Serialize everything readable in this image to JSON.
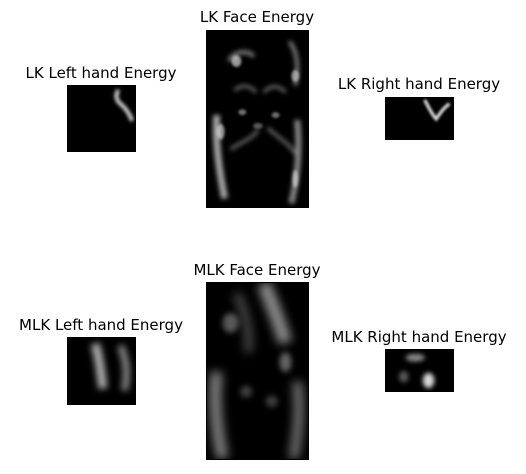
{
  "panels": {
    "lk_left_hand": {
      "title": "LK Left hand Energy"
    },
    "lk_face": {
      "title": "LK Face Energy"
    },
    "lk_right_hand": {
      "title": "LK Right hand Energy"
    },
    "mlk_left_hand": {
      "title": "MLK Left hand Energy"
    },
    "mlk_face": {
      "title": "MLK Face Energy"
    },
    "mlk_right_hand": {
      "title": "MLK Right hand Energy"
    }
  },
  "colors": {
    "background": "#ffffff",
    "image_background": "#000000",
    "energy_highlight": "#ffffff"
  }
}
